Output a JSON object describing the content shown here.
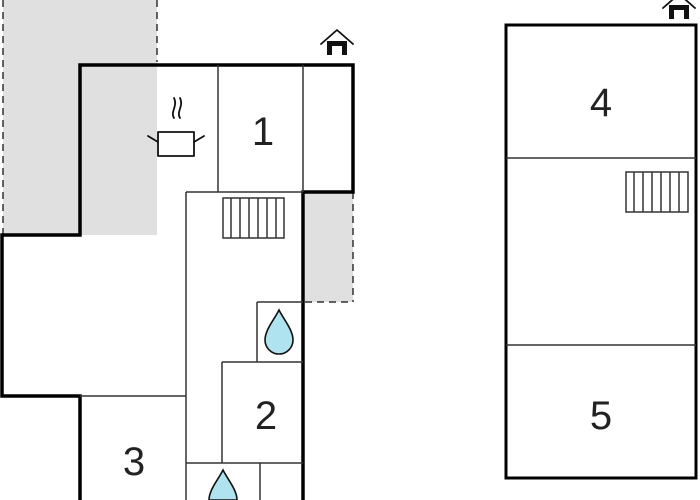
{
  "rooms": {
    "room_1": "1",
    "room_2": "2",
    "room_3": "3",
    "room_4": "4",
    "room_5": "5"
  },
  "icons": [
    "house-entrance-icon",
    "kitchen-pot-icon",
    "stairs-icon",
    "water-drop-icon"
  ],
  "colors": {
    "shaded_area": "#e0e0e0",
    "water_drop": "#aee3ef",
    "walls": "#000000"
  }
}
